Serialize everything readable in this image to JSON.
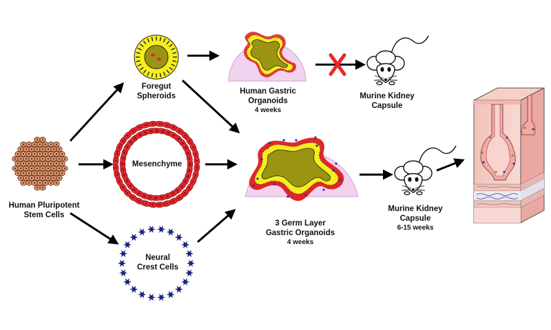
{
  "labels": {
    "hpsc_line1": "Human Pluripotent",
    "hpsc_line2": "Stem Cells",
    "foregut_line1": "Foregut",
    "foregut_line2": "Spheroids",
    "mesenchyme": "Mesenchyme",
    "neural_line1": "Neural",
    "neural_line2": "Crest Cells",
    "hgo_line1": "Human Gastric",
    "hgo_line2": "Organoids",
    "hgo_time": "4 weeks",
    "kidney1_line1": "Murine Kidney",
    "kidney1_line2": "Capsule",
    "germ_line1": "3 Germ Layer",
    "germ_line2": "Gastric Organoids",
    "germ_time": "4 weeks",
    "kidney2_line1": "Murine Kidney",
    "kidney2_line2": "Capsule",
    "kidney2_time": "6-15 weeks"
  },
  "colors": {
    "stem_cell": "#e59a6e",
    "mesenchyme": "#e0262c",
    "neural_crest": "#1a237e",
    "foregut_yellow": "#f5ee1c",
    "organoid_olive": "#9a9412",
    "dome_pink": "#f2d3ef",
    "block_mark": "#e8262c",
    "tissue_pink": "#f7c9c3"
  },
  "icons": [
    "mouse-icon",
    "cross-icon",
    "arrow-icon"
  ]
}
